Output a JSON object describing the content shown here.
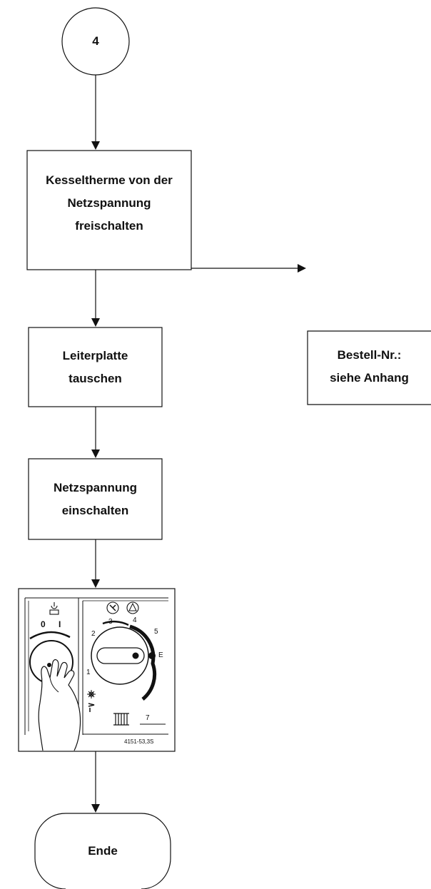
{
  "flowchart": {
    "start_connector": "4",
    "step_disconnect": [
      "Kesseltherme von der",
      "Netzspannung",
      "freischalten"
    ],
    "step_replace_board": [
      "Leiterplatte",
      "tauschen"
    ],
    "order_note": [
      "Bestell-Nr.:",
      "siehe Anhang"
    ],
    "step_power_on": [
      "Netzspannung",
      "einschalten"
    ],
    "end_label": "Ende"
  },
  "illustration": {
    "switch_off_label": "0",
    "switch_on_label": "I",
    "dial_ticks": [
      "1",
      "2",
      "3",
      "4",
      "5",
      "E",
      "7"
    ],
    "figure_code": "4151-53,3S",
    "icons": [
      "power-icon",
      "warning-icon",
      "service-icon",
      "sun-icon",
      "radiator-icon",
      "hand-icon"
    ]
  }
}
